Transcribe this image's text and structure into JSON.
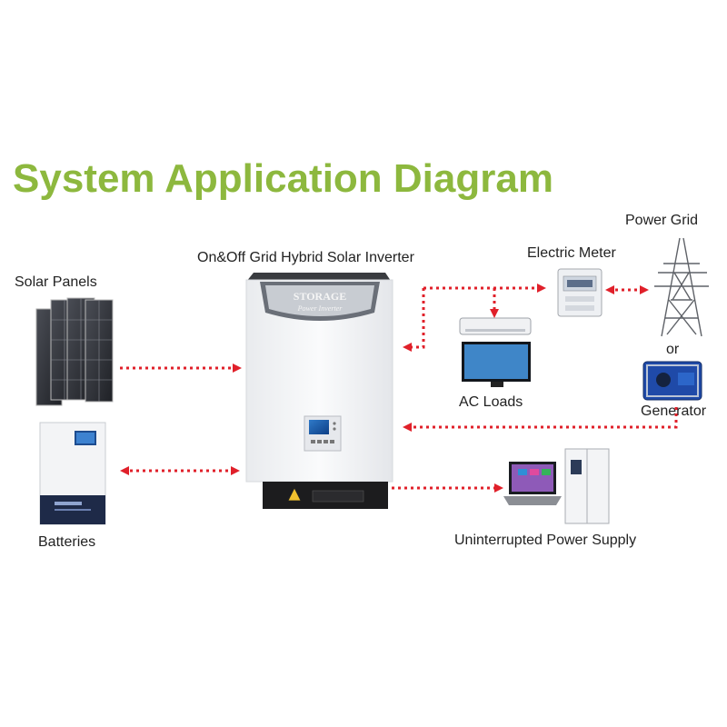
{
  "title": "System Application Diagram",
  "labels": {
    "inverter": "On&Off Grid Hybrid Solar Inverter",
    "solar_panels": "Solar Panels",
    "batteries": "Batteries",
    "electric_meter": "Electric Meter",
    "power_grid": "Power Grid",
    "or": "or",
    "generator": "Generator",
    "ac_loads": "AC Loads",
    "ups": "Uninterrupted Power Supply"
  },
  "inverter_branding": {
    "line1": "STORAGE",
    "line2": "Power Inverter"
  },
  "colors": {
    "title": "#8db83e",
    "arrow": "#e0202a",
    "inverter_body": "#f4f5f6",
    "inverter_cap": "#3a3c40",
    "inverter_base": "#1c1c1e"
  },
  "icons": [
    "solar-panel-icon",
    "battery-icon",
    "inverter-icon",
    "electric-meter-icon",
    "power-tower-icon",
    "generator-icon",
    "air-conditioner-icon",
    "tv-icon",
    "laptop-icon",
    "refrigerator-icon"
  ]
}
